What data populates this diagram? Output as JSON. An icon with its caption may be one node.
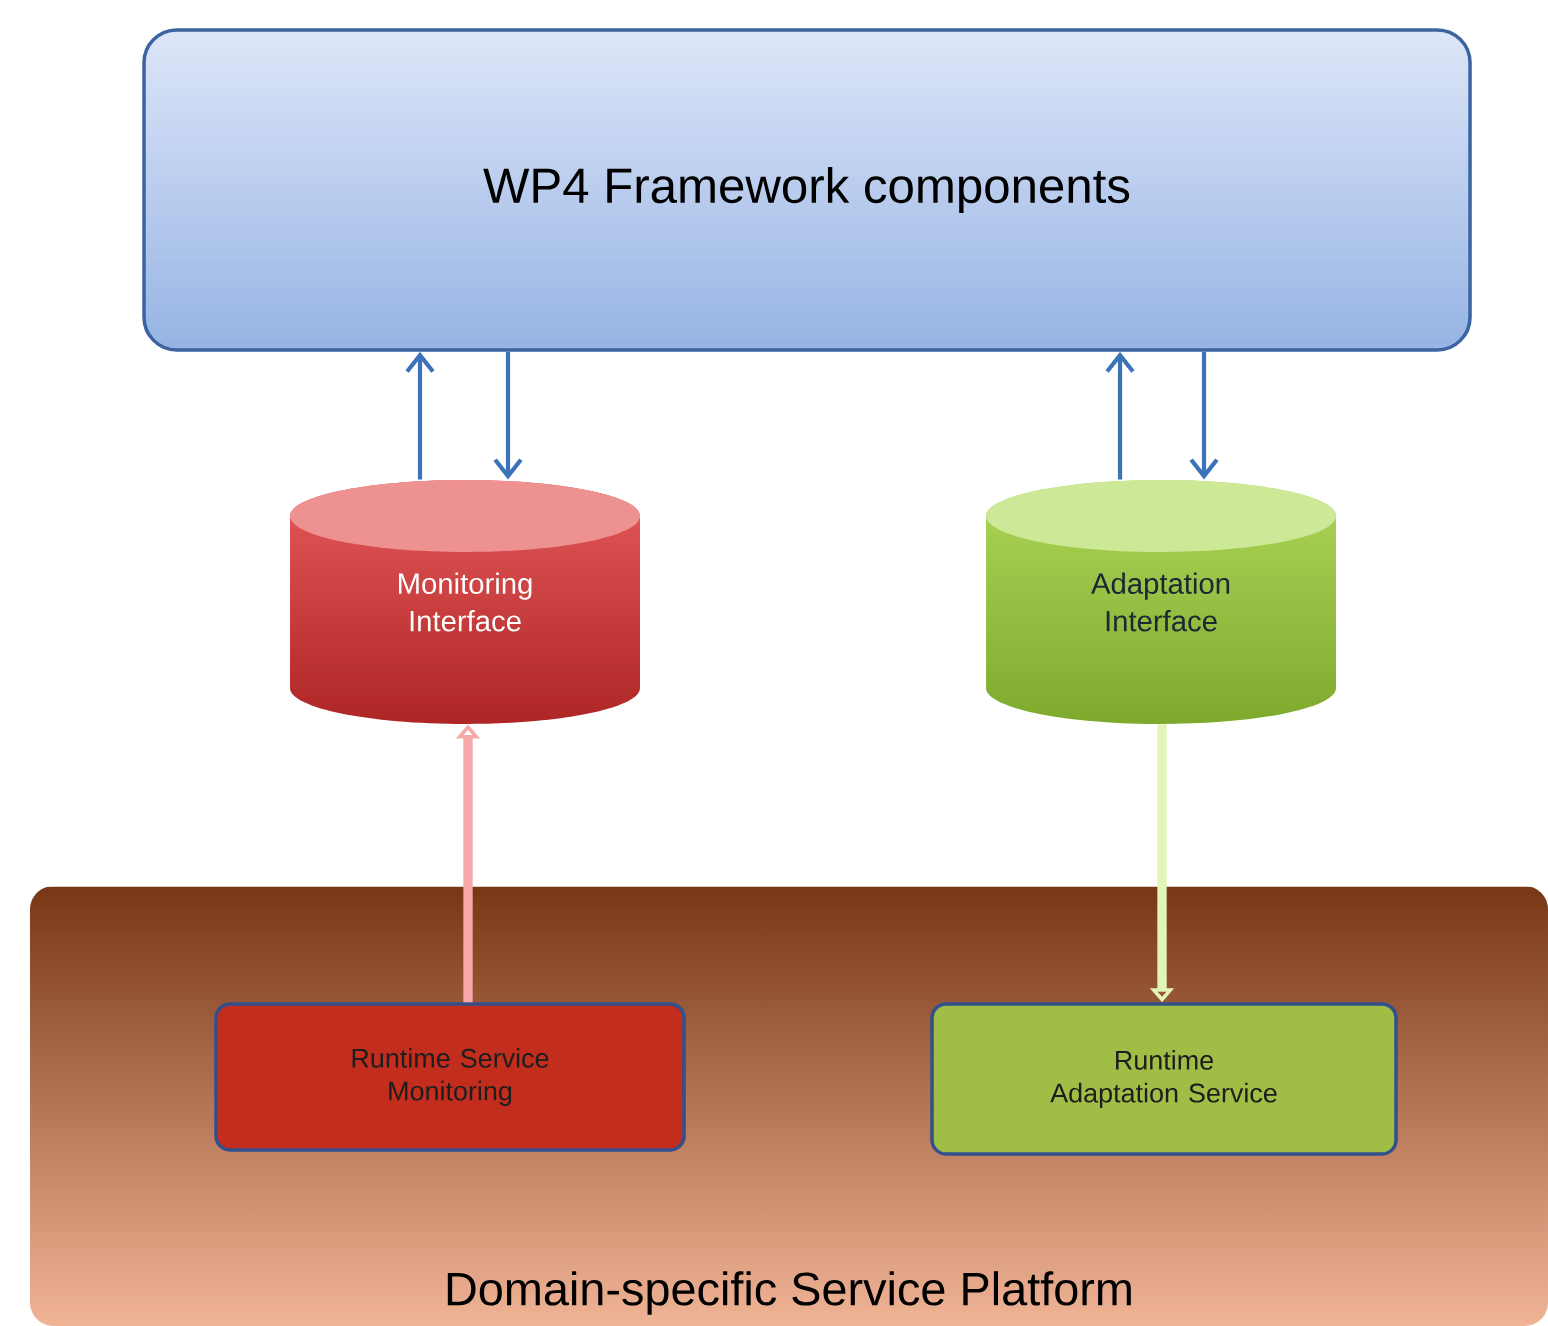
{
  "diagram": {
    "nodes": [
      {
        "text": [
          "WP4 Framework components"
        ]
      },
      {
        "text": [
          "Monitoring Interface"
        ]
      },
      {
        "text": [
          "Adaptation Interface"
        ]
      },
      {
        "text": [
          "Domain-specific Service Platform"
        ]
      },
      {
        "text": [
          "Runtime Service Monitoring"
        ],
        "in": 3
      },
      {
        "text": [
          "Runtime Adaptation Service"
        ],
        "in": 3
      }
    ],
    "edges": [
      {
        "from": 1,
        "to": 0,
        "arrow": "to"
      },
      {
        "from": 0,
        "to": 1,
        "arrow": "to"
      },
      {
        "from": 2,
        "to": 0,
        "arrow": "to"
      },
      {
        "from": 0,
        "to": 2,
        "arrow": "to"
      },
      {
        "from": 4,
        "to": 1,
        "arrow": "to",
        "style": "thick",
        "color": "#f7a8a8"
      },
      {
        "from": 2,
        "to": 5,
        "arrow": "to",
        "style": "thick",
        "color": "#e2f5b8"
      }
    ]
  }
}
